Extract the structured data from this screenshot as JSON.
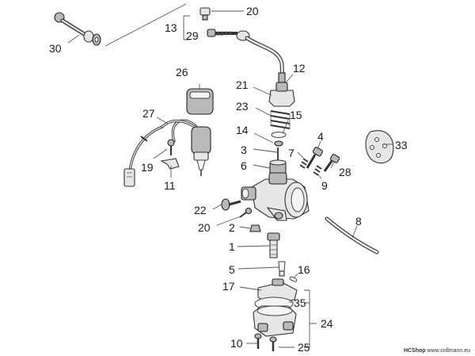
{
  "callouts": [
    "20",
    "13",
    "29",
    "30",
    "12",
    "21",
    "26",
    "23",
    "15",
    "27",
    "14",
    "4",
    "3",
    "7",
    "33",
    "19",
    "6",
    "28",
    "11",
    "9",
    "22",
    "20",
    "8",
    "2",
    "1",
    "5",
    "16",
    "17",
    "35",
    "24",
    "10",
    "25"
  ],
  "credit": {
    "shop": "HCShop",
    "url": "www.collmann.eu"
  }
}
